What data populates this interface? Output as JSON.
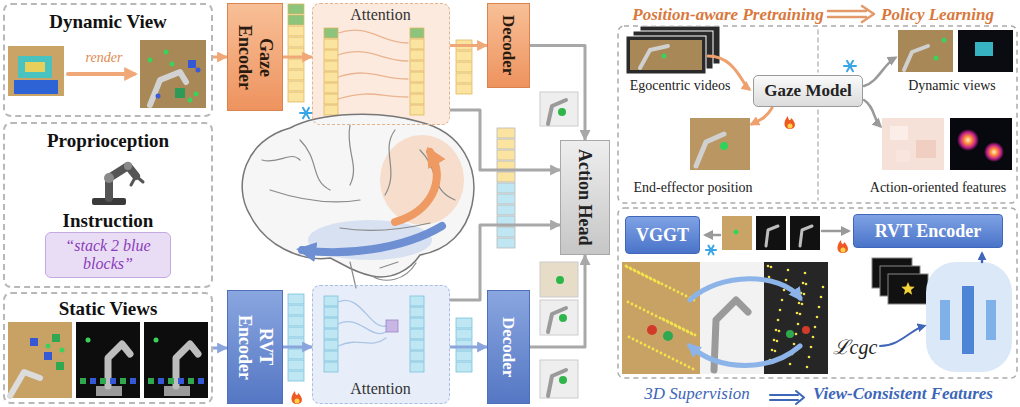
{
  "diagram": {
    "nodes": [
      {
        "text": [
          "Dynamic View"
        ]
      },
      {
        "text": [
          "Proprioception",
          "Instruction"
        ]
      },
      {
        "text": [
          "“stack 2 blue blocks”"
        ],
        "in": 1
      },
      {
        "text": [
          "Static Views"
        ]
      },
      {
        "text": [
          "Gaze Encoder"
        ]
      },
      {
        "text": [
          "Attention"
        ]
      },
      {
        "text": [
          "Decoder"
        ]
      },
      {
        "text": [
          "Action Head"
        ]
      },
      {
        "text": [
          "RVT Encoder"
        ]
      },
      {
        "text": [
          "Attention"
        ]
      },
      {
        "text": [
          "Decoder"
        ]
      },
      {
        "text": [
          "Position-aware Pretraining",
          "Policy Learning"
        ]
      },
      {
        "text": [
          "Gaze Model"
        ],
        "in": 11
      },
      {
        "text": [
          "3D Supervision",
          "View-Consistent Features"
        ]
      },
      {
        "text": [
          "VGGT"
        ],
        "in": 13
      },
      {
        "text": [
          "RVT Encoder"
        ],
        "in": 13
      }
    ],
    "edges": [
      {
        "from": 0,
        "to": 4,
        "arrow": "to"
      },
      {
        "from": 4,
        "to": 5,
        "arrow": "to"
      },
      {
        "from": 5,
        "to": 6,
        "arrow": "to"
      },
      {
        "from": 6,
        "to": 7,
        "arrow": "to"
      },
      {
        "from": 5,
        "to": 7,
        "arrow": "to"
      },
      {
        "from": 3,
        "to": 8,
        "arrow": "to"
      },
      {
        "from": 8,
        "to": 9,
        "arrow": "to"
      },
      {
        "from": 9,
        "to": 10,
        "arrow": "to"
      },
      {
        "from": 9,
        "to": 7,
        "arrow": "to"
      },
      {
        "from": 10,
        "to": 7,
        "arrow": "to"
      }
    ],
    "labels": [
      "render",
      "Egocentric videos",
      "Dynamic views",
      "End-effector position",
      "Action-oriented features",
      "ℒcgc"
    ]
  }
}
